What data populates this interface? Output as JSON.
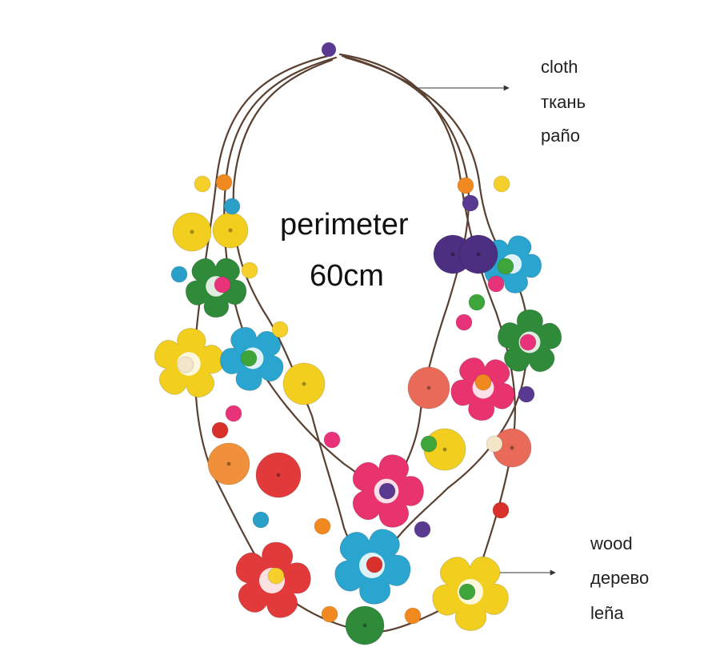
{
  "labels": {
    "cloth": {
      "en": "cloth",
      "ru": "ткань",
      "es": "paño"
    },
    "wood": {
      "en": "wood",
      "ru": "дерево",
      "es": "leña"
    },
    "perimeter": {
      "title": "perimeter",
      "value": "60cm"
    }
  },
  "colors": {
    "cord": "#5a4030",
    "yellow": "#f2cf1f",
    "green": "#2f8a3a",
    "blue": "#2aa5cf",
    "pink": "#e8336e",
    "red": "#e23a3a",
    "orange": "#f0903a",
    "purple": "#4c2f80",
    "coral": "#ea6a5a",
    "bead_light": "#f3e6c8",
    "bead_yellow": "#f5d02a",
    "bead_orange": "#f08a20",
    "bead_pink": "#e8337a",
    "bead_green": "#3da53a",
    "bead_purple": "#5a3a90",
    "bead_blue": "#2aa0c8",
    "bead_red": "#d8302a",
    "arrow": "#333333"
  },
  "icons": {
    "necklace": "necklace-illustration",
    "pointer": "pointer-arrow-icon"
  }
}
